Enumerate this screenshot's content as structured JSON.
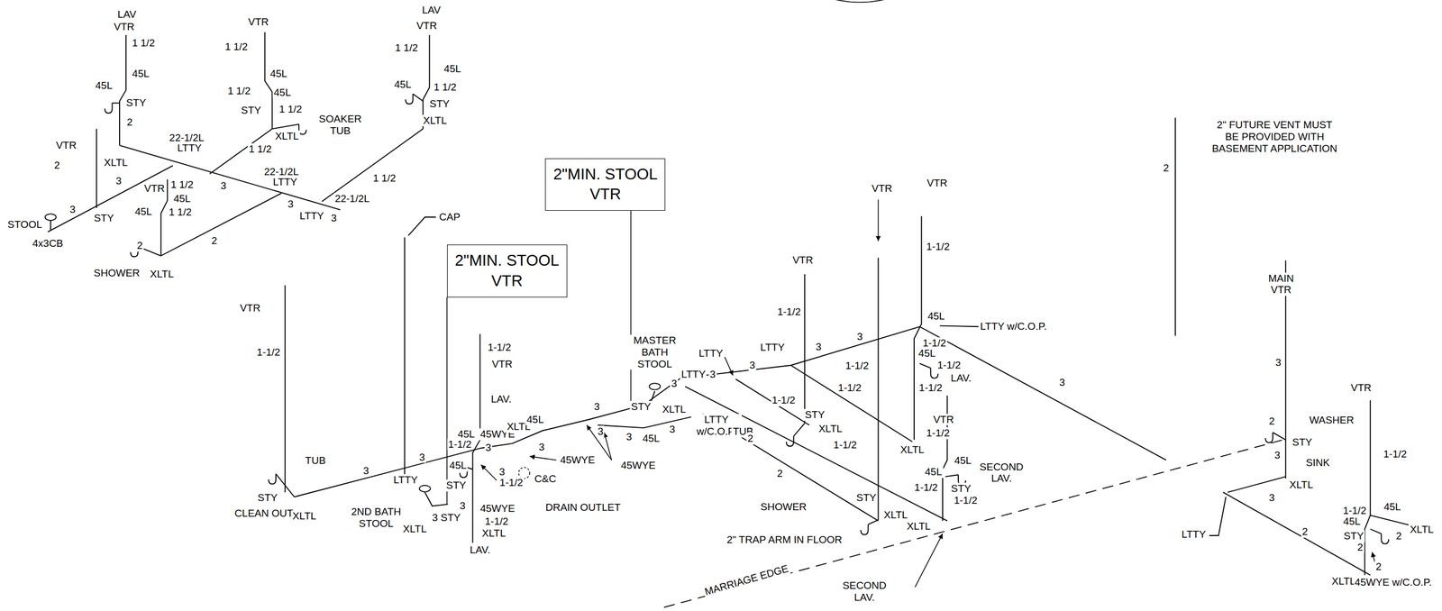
{
  "diagram": {
    "nodes": [
      {
        "text": [
          "2\"MIN. STOOL VTR"
        ]
      },
      {
        "text": [
          "2\"MIN. STOOL VTR"
        ]
      }
    ],
    "labels": [
      "LAV",
      "VTR",
      "1 1/2",
      "45L",
      "45L",
      "STY",
      "2",
      "VTR",
      "2",
      "XLTL",
      "22-1/2L",
      "LTTY",
      "3",
      "3",
      "STY",
      "STOOL",
      "4x3CB",
      "VTR",
      "1 1/2",
      "45L",
      "45L",
      "1 1/2",
      "2",
      "SHOWER",
      "XLTL",
      "2",
      "3",
      "VTR",
      "1 1/2",
      "45L",
      "1 1/2",
      "45L",
      "STY",
      "1 1/2",
      "XLTL",
      "SOAKER TUB",
      "1 1/2",
      "22-1/2L",
      "LTTY",
      "3",
      "LTTY",
      "3",
      "22-1/2L",
      "1 1/2",
      "XLTL",
      "LAV",
      "VTR",
      "1 1/2",
      "45L",
      "45L",
      "1 1/2",
      "STY",
      "CAP",
      "VTR",
      "1-1/2",
      "TUB",
      "STY",
      "CLEAN OUT",
      "XLTL",
      "3",
      "3",
      "LTTY",
      "2ND BATH STOOL",
      "XLTL",
      "3",
      "STY",
      "3",
      "1-1/2",
      "VTR",
      "LAV.",
      "45L",
      "45WYE",
      "XLTL",
      "45L",
      "1-1/2",
      "3",
      "45L",
      "3",
      "STY",
      "1-1/2",
      "45WYE",
      "1-1/2",
      "XLTL",
      "LAV.",
      "3",
      "C&C",
      "45WYE",
      "DRAIN OUTLET",
      "3",
      "3",
      "45WYE",
      "3",
      "45L",
      "3",
      "STY",
      "XLTL",
      "3",
      "MASTER BATH STOOL",
      "LTTY",
      "3",
      "LTTY",
      "LTTY",
      "3",
      "LTTY w/C.O.P.",
      "TUB",
      "2",
      "2",
      "SHOWER",
      "2\" TRAP ARM IN FLOOR",
      "VTR",
      "1-1/2",
      "1-1/2",
      "STY",
      "XLTL",
      "3",
      "3",
      "1-1/2",
      "1-1/2",
      "1-1/2",
      "STY",
      "XLTL",
      "XLTL",
      "VTR",
      "VTR",
      "1-1/2",
      "45L",
      "LTTY w/C.O.P.",
      "1-1/2",
      "45L",
      "1-1/2",
      "LAV.",
      "1-1/2",
      "XLTL",
      "VTR",
      "1-1/2",
      "45L",
      "45L",
      "SECOND LAV.",
      "1-1/2",
      "STY",
      "1-1/2",
      "3",
      "SECOND LAV.",
      "MARRIAGE EDGE",
      "2",
      "2\" FUTURE VENT MUST BE PROVIDED WITH BASEMENT APPLICATION",
      "MAIN VTR",
      "3",
      "WASHER",
      "2",
      "STY",
      "3",
      "SINK",
      "XLTL",
      "3",
      "LTTY",
      "2",
      "VTR",
      "1-1/2",
      "1-1/2",
      "45L",
      "45L",
      "XLTL",
      "STY",
      "2",
      "2",
      "2",
      "XLTL",
      "45WYE w/C.O.P."
    ]
  }
}
